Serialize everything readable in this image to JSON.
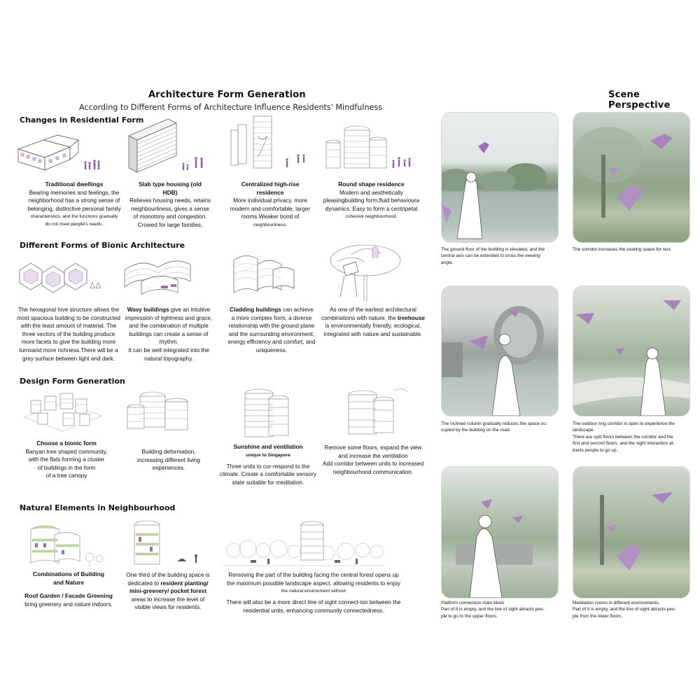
{
  "header": {
    "title": "Architecture Form Generation",
    "subtitle": "According to Different Forms of Architecture Influence Residents' Mindfulness",
    "scene_title": "Scene Perspective"
  },
  "sections": {
    "changes": {
      "heading": "Changes in Residential Form",
      "items": [
        {
          "title": "Traditional dwellings",
          "lines": [
            "Bearing memories and feelings, the",
            "neighborhood has a strong sense of",
            "belonging, distinctive personal family",
            "characteristics, and the functions gradually",
            "do not meet people's needs."
          ]
        },
        {
          "title_lines": [
            "Slab type housing (old",
            "HDB)"
          ],
          "lines": [
            "Relieves housing needs, retains",
            "neighbourliness,   gives a sense",
            "of monotony and congestion.",
            "Crowed for large families."
          ]
        },
        {
          "title_lines": [
            "Centralized high-rise",
            "residence"
          ],
          "lines": [
            "More individual privacy, more",
            "modern and comfortable, larger",
            "rooms.Weaker bond of",
            "neighbourliness."
          ]
        },
        {
          "title": "Round shape residence",
          "lines": [
            "Modern and aesthetically",
            "pleasingbuilding form,fluid behavioura",
            "dynamics. Easy to form a centripetal",
            "cohesive neighbourhood."
          ]
        }
      ]
    },
    "bionic": {
      "heading": "Different Forms of Bionic Architecture",
      "hive": [
        "The hexagonal hive structure allows the",
        "most spacious building to be constructed",
        "with the least amount of material. The",
        "three vectors of the building produce",
        "more facets to give the building more",
        "turnsand more richness.There will be a",
        "grey surface between light and dark."
      ],
      "wavy_bold": "Wavy buildings",
      "wavy_rest": " give an intuitive",
      "wavy": [
        "impression of lightness and grace,",
        "and the combination of multiple",
        "buildings can create a sense of",
        "rhythm.",
        "It can be well integrated into the",
        "natural topography."
      ],
      "cladding_bold": "Cladding buildings",
      "cladding_rest": " can achieve",
      "cladding": [
        "a more complex form, a diverse",
        "relationship with the ground plane",
        "and the surrounding environment,",
        "energy efficiency and comfort, and",
        "uniqueness."
      ],
      "tree": [
        "As one of the earliest architectural",
        "combinations with nature, the "
      ],
      "tree_bold": "treehouse",
      "tree_more": [
        "is environmentally friendly, ecological,",
        "integrated with nature and sustainable."
      ]
    },
    "design": {
      "heading": "Design Form Generation",
      "c1_title": "Choose a bionic form",
      "c1": [
        "Banyan tree shaped community,",
        "with the flats forming a cluster",
        "of buildings in the form",
        "of a tree canopy"
      ],
      "c2": [
        "Building deformation,",
        "increasing different living",
        "experiences."
      ],
      "c3_title": "Sunshine and ventilation",
      "c3_sub": "unique to Singapore",
      "c3": [
        "Three units to cor-respond to the",
        "climate. Create a comfortable  sensory",
        "state suitable for meditation."
      ],
      "c4": [
        "Remove some floors, expand the view",
        "and increase the ventilation",
        "Add corridor between units to increased",
        "neighbourhood communication."
      ]
    },
    "natural": {
      "heading": "Natural Elements in Neighbourhood",
      "n1_title_lines": [
        "Combinations of Building",
        "and Nature"
      ],
      "n1_sub": "Roof Garden / Facade Greening",
      "n1": "bring greenery and nature indoors.",
      "n2_a": "One third of the building space is",
      "n2_b": "dedicated to ",
      "n2_bold1": "resident planting/",
      "n2_bold2": "mini-greenery/ pocket forest",
      "n2_c": "areas to increase the level of",
      "n2_d": "visible views for residents.",
      "n3": [
        "Removing the part of the building facing the central forest opens up",
        "the maximum possible landscape aspect, allowing residents to enjoy"
      ],
      "n3_small": "the natural environment without",
      "n3_more": [
        "There will also be a more direct line of sight connect-ion between the",
        "residential units, enhancing community connectedness."
      ]
    }
  },
  "scenes": [
    [
      "The ground floor of the building is elevated, and the",
      "central axis can be extended to cross the viewing",
      "angle."
    ],
    [
      "The corridor increases the seating space for rest."
    ],
    [
      "The inclined column gradually reduces the space oc-",
      "cupied by the building on the road."
    ],
    [
      "The outdoor ring corridor is open to experience the",
      "landscape.",
      "There are split floors between the corridor and the",
      "first and second floors, and the sight interaction at-",
      "tracts people to go up."
    ],
    [
      "Platform connection main block",
      "Part of it is empty, and the line of sight attracts peo-",
      "ple to go to the upper floors."
    ],
    [
      "Meditation rooms in different environments.",
      "Part of it is empty, and the line of sight attracts peo-",
      "ple from the lower floors."
    ]
  ],
  "colors": {
    "accent": "#9b6fb0",
    "ink": "#111111",
    "photo_green": "#8fa58a",
    "water": "#a9b8b5"
  }
}
